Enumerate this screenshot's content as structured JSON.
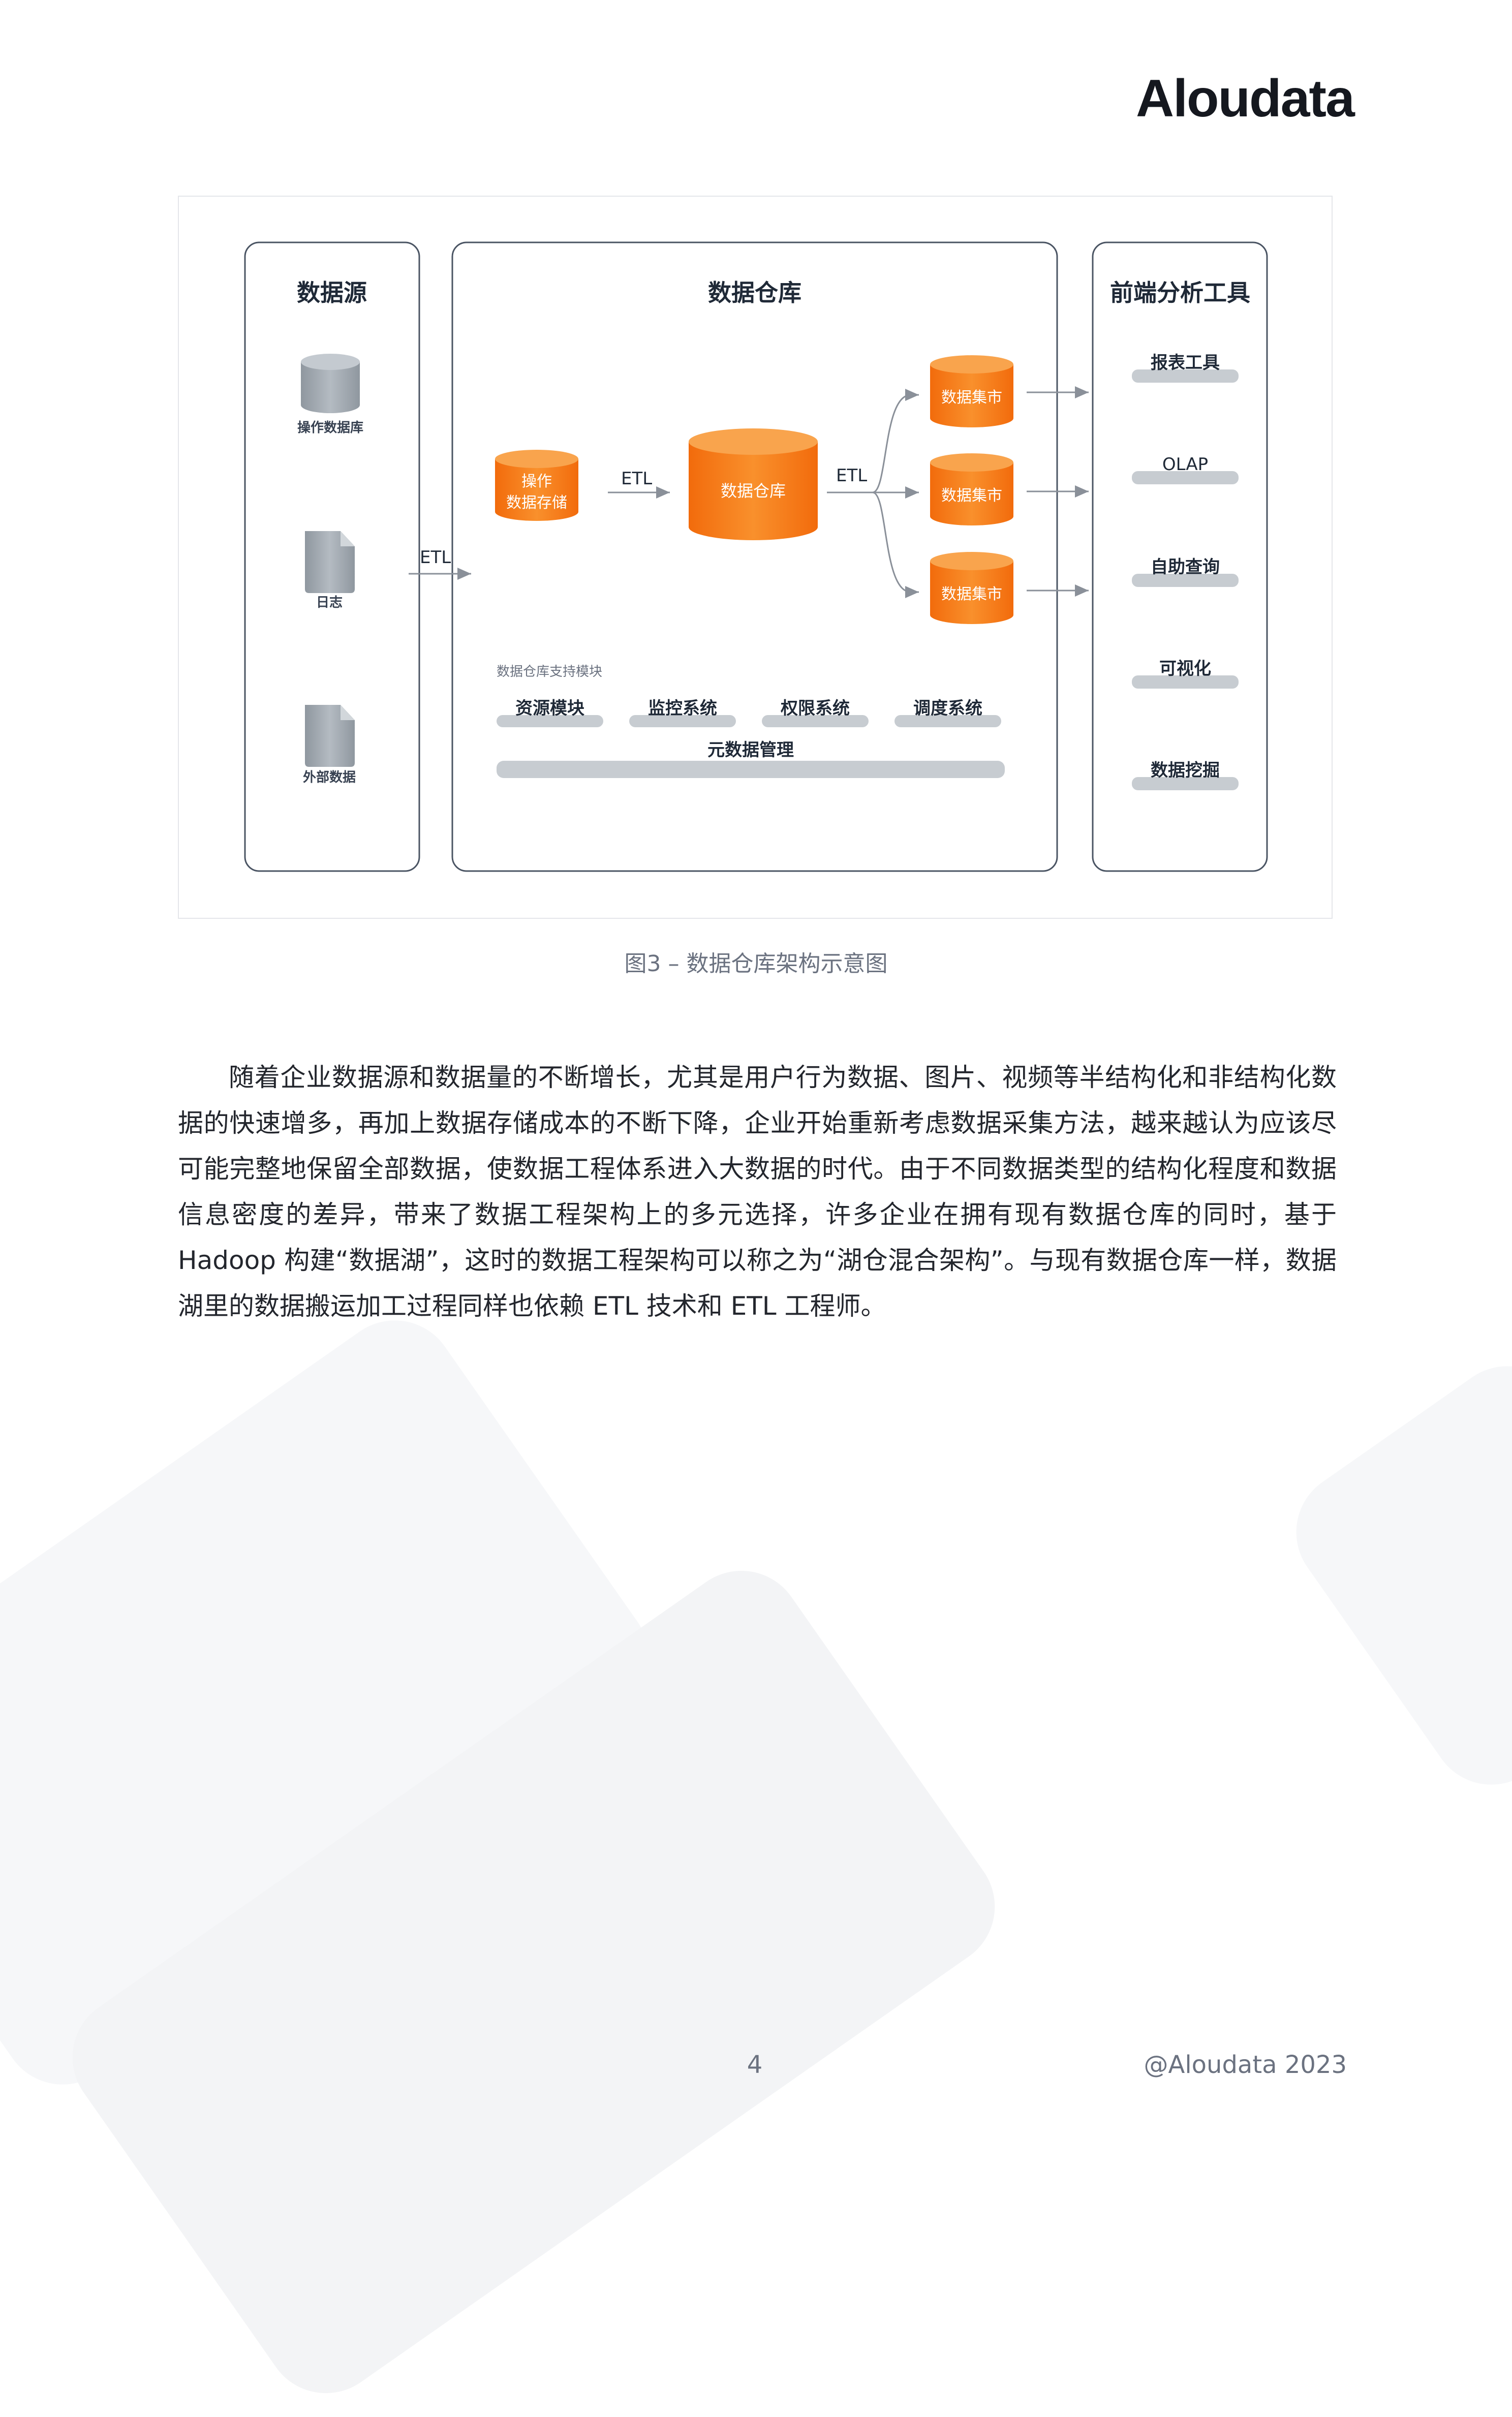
{
  "header": {
    "logo_text": "Aloudata"
  },
  "diagram": {
    "panels": {
      "sources": "数据源",
      "warehouse": "数据仓库",
      "frontend": "前端分析工具"
    },
    "sources": [
      "操作数据库",
      "日志",
      "外部数据"
    ],
    "ods": [
      "操作",
      "数据存储"
    ],
    "dw": "数据仓库",
    "marts": [
      "数据集市",
      "数据集市",
      "数据集市"
    ],
    "etl": [
      "ETL",
      "ETL",
      "ETL"
    ],
    "support_title": "数据仓库支持模块",
    "support_modules": [
      "资源模块",
      "监控系统",
      "权限系统",
      "调度系统"
    ],
    "metadata": "元数据管理",
    "tools": [
      "报表工具",
      "OLAP",
      "自助查询",
      "可视化",
      "数据挖掘"
    ],
    "colors": {
      "orange": "#f57c14",
      "gray_icon": "#9ea6ae",
      "border": "#4a5463"
    }
  },
  "caption": "图3 – 数据仓库架构示意图",
  "body": "随着企业数据源和数据量的不断增长，尤其是用户行为数据、图片、视频等半结构化和非结构化数据的快速增多，再加上数据存储成本的不断下降，企业开始重新考虑数据采集方法，越来越认为应该尽可能完整地保留全部数据，使数据工程体系进入大数据的时代。由于不同数据类型的结构化程度和数据信息密度的差异，带来了数据工程架构上的多元选择，许多企业在拥有现有数据仓库的同时，基于 Hadoop 构建“数据湖”，这时的数据工程架构可以称之为“湖仓混合架构”。与现有数据仓库一样，数据湖里的数据搬运加工过程同样也依赖 ETL 技术和 ETL 工程师。",
  "footer": {
    "page": "4",
    "copyright": "@Aloudata 2023"
  }
}
